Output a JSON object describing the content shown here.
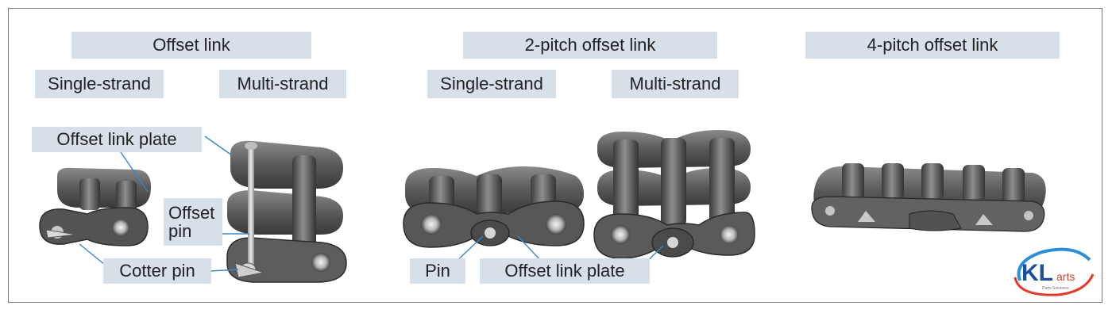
{
  "headers": {
    "offset_link": "Offset link",
    "two_pitch": "2-pitch offset link",
    "four_pitch": "4-pitch offset link"
  },
  "subheaders": {
    "single_strand_1": "Single-strand",
    "multi_strand_1": "Multi-strand",
    "single_strand_2": "Single-strand",
    "multi_strand_2": "Multi-strand"
  },
  "callouts": {
    "offset_link_plate_1": "Offset link plate",
    "offset_pin_line1": "Offset",
    "offset_pin_line2": "pin",
    "cotter_pin": "Cotter pin",
    "pin": "Pin",
    "offset_link_plate_2": "Offset link plate"
  },
  "logo": {
    "text_kl": "KL",
    "text_parts": "arts",
    "tagline": "Parts Solutions"
  },
  "colors": {
    "label_bg": "#d7dfe9",
    "leader": "#3c86c4",
    "metal_dark": "#3f3f40",
    "metal_mid": "#6b6b6c",
    "metal_light": "#9a9a9b"
  }
}
